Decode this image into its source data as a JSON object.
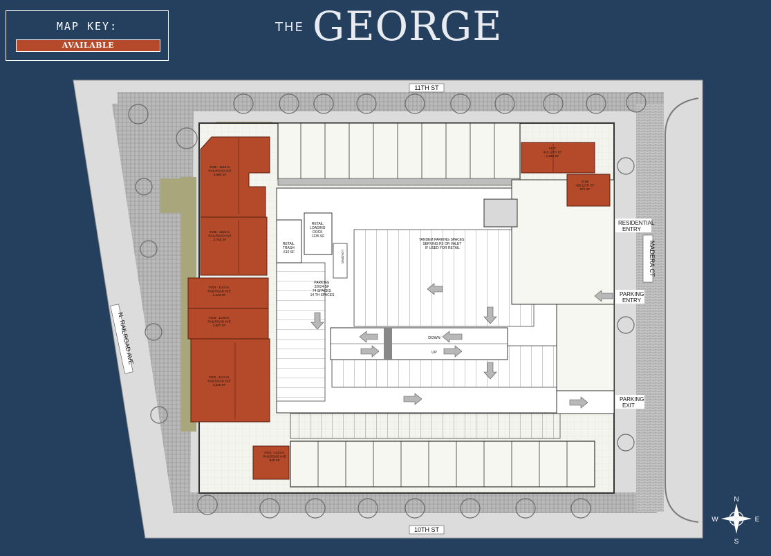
{
  "map_key": {
    "title": "MAP KEY:",
    "available_label": "AVAILABLE",
    "available_color": "#b44a2a"
  },
  "logo": {
    "prefix": "THE",
    "name": "GEORGE"
  },
  "streets": {
    "north": "11TH ST",
    "south": "10TH ST",
    "west": "N. RAILROAD AVE",
    "east": "MADERA CT"
  },
  "units": [
    {
      "l1": "#105 - 1164 N.",
      "l2": "RAILROAD AVE",
      "l3": "3,690 SF"
    },
    {
      "l1": "#105 - 1156 N.",
      "l2": "RAILROAD AVE",
      "l3": "2,703 SF"
    },
    {
      "l1": "#104 - 1144 N.",
      "l2": "RAILROAD AVE",
      "l3": "1,443 SF"
    },
    {
      "l1": "#103 - 1138 N.",
      "l2": "RAILROAD AVE",
      "l3": "1,607 SF"
    },
    {
      "l1": "#102 - 1124 N.",
      "l2": "RAILROAD AVE",
      "l3": "4,328 SF"
    },
    {
      "l1": "#101 - 1114 N.",
      "l2": "RAILROAD AVE",
      "l3": "938 SF"
    },
    {
      "l1": "#107",
      "l2": "426 11TH ST",
      "l3": "1,848 SF"
    },
    {
      "l1": "#106",
      "l2": "426 11TH ST",
      "l3": "971 SF"
    }
  ],
  "areas": {
    "retail_loading": [
      "RETAIL",
      "LOADING",
      "DOCK",
      "1135 SF"
    ],
    "retail_trash": [
      "RETAIL",
      "TRASH",
      "610 SF"
    ],
    "loading": "LOADING",
    "parking": [
      "PARKING",
      "32024 SF",
      "",
      "74 SPACES",
      "14 TH SPACES"
    ],
    "tandem": [
      "TANDEM PARKING SPACES:",
      "SERVING R2 OR VALET",
      "IF USED FOR RETAIL"
    ],
    "down": "DOWN",
    "up": "UP",
    "residential_entry": [
      "RESIDENTIAL",
      "ENTRY"
    ],
    "parking_entry": [
      "PARKING",
      "ENTRY"
    ],
    "parking_exit": [
      "PARKING",
      "EXIT"
    ]
  },
  "compass": {
    "n": "N",
    "s": "S",
    "e": "E",
    "w": "W"
  }
}
